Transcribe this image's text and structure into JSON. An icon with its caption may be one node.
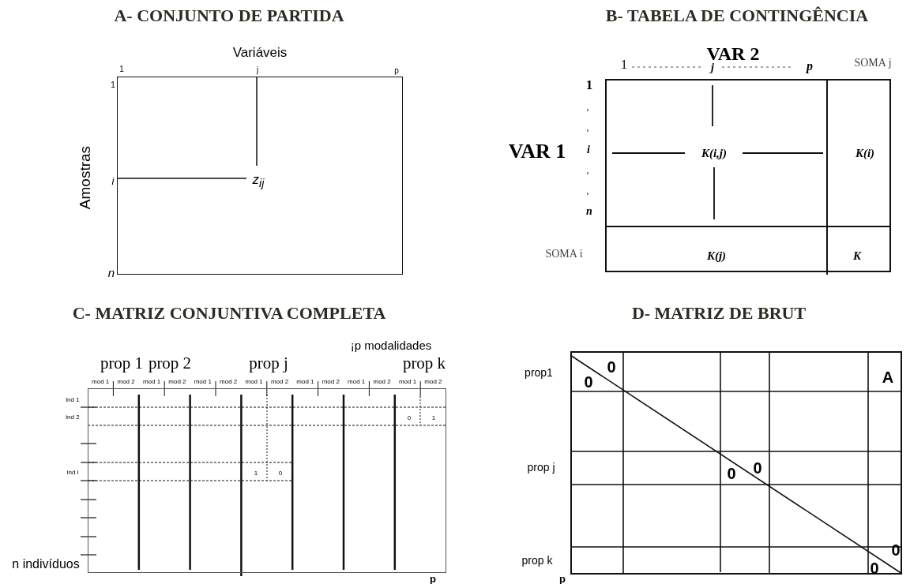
{
  "diagram": {
    "nodes": [
      {
        "text": [
          "z$_{ij}$"
        ]
      },
      {
        "text": [
          "K(i,j)",
          "K(i)",
          "K(j)",
          "K"
        ]
      },
      {
        "text": [
          "0",
          "1",
          "1",
          "0"
        ]
      },
      {
        "text": [
          "0",
          "A",
          "0",
          "0",
          "0",
          "0",
          "0"
        ]
      }
    ],
    "labels": [
      "A- CONJUNTO DE PARTIDA",
      "Variáveis",
      "1",
      "j",
      "p",
      "1",
      "Amostras",
      "i",
      "n",
      "B- TABELA DE CONTINGÊNCIA",
      "1",
      "VAR 2",
      "j",
      "p",
      "SOMA j",
      "1",
      "VAR 1",
      "i",
      "n",
      "SOMA i",
      "C- MATRIZ CONJUNTIVA COMPLETA",
      "¡p modalidades",
      "prop 1",
      "prop 2",
      "prop j",
      "prop k",
      "mod 1",
      "mod 2",
      "mod 1",
      "mod 2",
      "mod 1",
      "mod 2",
      "mod 1",
      "mod 2",
      "mod 1",
      "mod 2",
      "mod 1",
      "mod 2",
      "mod 1",
      "mod 2",
      "ind 1",
      "ind 2",
      "ind i",
      "n indivíduos",
      "p",
      "D- MATRIZ DE BRUT",
      "prop1",
      "prop j",
      "prop k",
      "p"
    ]
  }
}
